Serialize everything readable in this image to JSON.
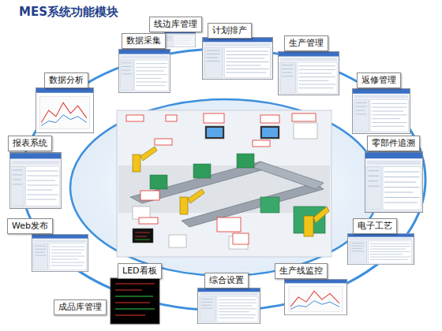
{
  "diagram": {
    "title": "MES系统功能模块",
    "nodes": [
      {
        "text": [
          "线边库管理"
        ]
      },
      {
        "text": [
          "计划排产"
        ]
      },
      {
        "text": [
          "数据采集"
        ]
      },
      {
        "text": [
          "生产管理"
        ]
      },
      {
        "text": [
          "数据分析"
        ]
      },
      {
        "text": [
          "返修管理"
        ]
      },
      {
        "text": [
          "报表系统"
        ]
      },
      {
        "text": [
          "零部件追溯"
        ]
      },
      {
        "text": [
          "Web发布"
        ]
      },
      {
        "text": [
          "电子工艺"
        ]
      },
      {
        "text": [
          "LED看板"
        ]
      },
      {
        "text": [
          "生产线监控"
        ]
      },
      {
        "text": [
          "综合设置"
        ]
      },
      {
        "text": [
          "成品库管理"
        ]
      }
    ]
  }
}
